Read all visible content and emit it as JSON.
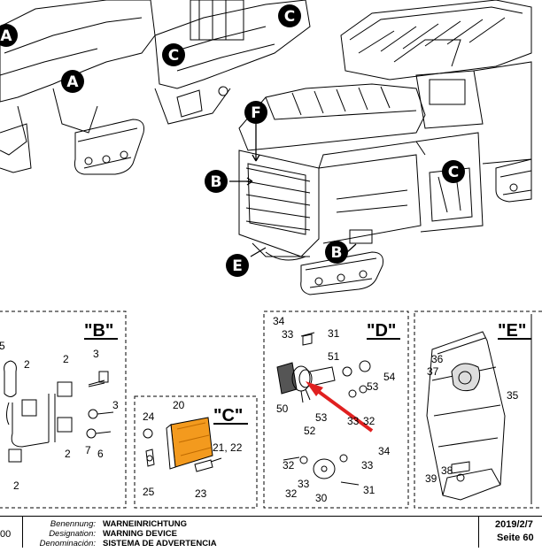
{
  "callouts": {
    "a1": "A",
    "a2": "A",
    "c1": "C",
    "c2": "C",
    "c3": "C",
    "f": "F",
    "b1": "B",
    "b2": "B",
    "e": "E"
  },
  "detail_boxes": {
    "b": {
      "title": "\"B\"",
      "parts": [
        "5",
        "2",
        "2",
        "3",
        "3",
        "7",
        "6",
        "2",
        "2"
      ]
    },
    "c": {
      "title": "\"C\"",
      "parts": [
        "20",
        "24",
        "21, 22",
        "25",
        "23"
      ]
    },
    "d": {
      "title": "\"D\"",
      "parts": [
        "34",
        "33",
        "31",
        "51",
        "53",
        "54",
        "50",
        "53",
        "52",
        "33",
        "32",
        "34",
        "32",
        "33",
        "33",
        "32",
        "30",
        "31"
      ]
    },
    "e": {
      "title": "\"E\"",
      "parts": [
        "36",
        "37",
        "35",
        "38",
        "39"
      ]
    }
  },
  "footer": {
    "left_number": "00",
    "benennung_label": "Benennung:",
    "benennung_value": "WARNEINRICHTUNG",
    "designation_label": "Designation:",
    "designation_value": "WARNING DEVICE",
    "denominacion_label": "Denominación:",
    "denominacion_value": "SISTEMA DE ADVERTENCIA",
    "date": "2019/2/7",
    "page": "Seite 60"
  },
  "colors": {
    "ink": "#000000",
    "lamp_orange": "#f39a1e",
    "arrow_red": "#e02020"
  }
}
